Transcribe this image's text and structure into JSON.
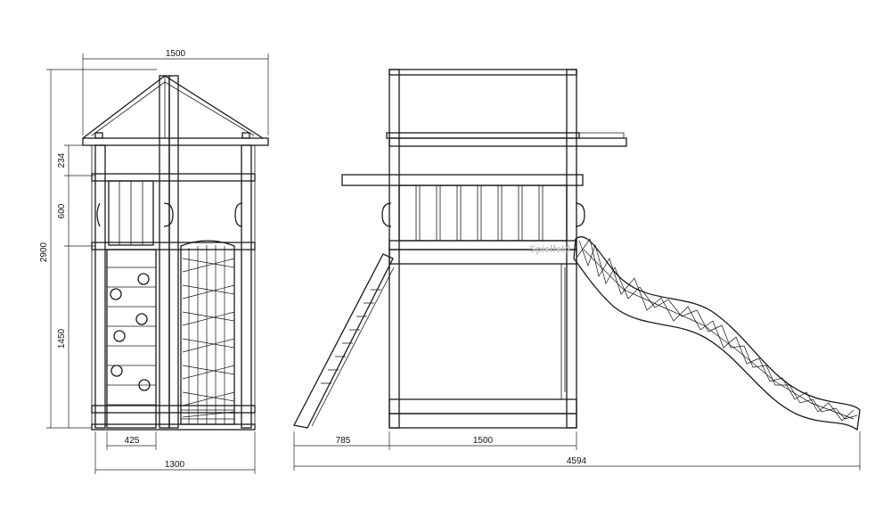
{
  "watermark": "Spielfeld",
  "front_view": {
    "dimensions": {
      "overall_width": "1500",
      "overall_height": "2900",
      "roof_gap": "234",
      "rail_height": "600",
      "platform_height": "1450",
      "climbing_wall_width": "425",
      "base_width": "1300"
    }
  },
  "side_view": {
    "dimensions": {
      "ramp_length": "785",
      "tower_width": "1500",
      "total_length": "4594"
    }
  }
}
